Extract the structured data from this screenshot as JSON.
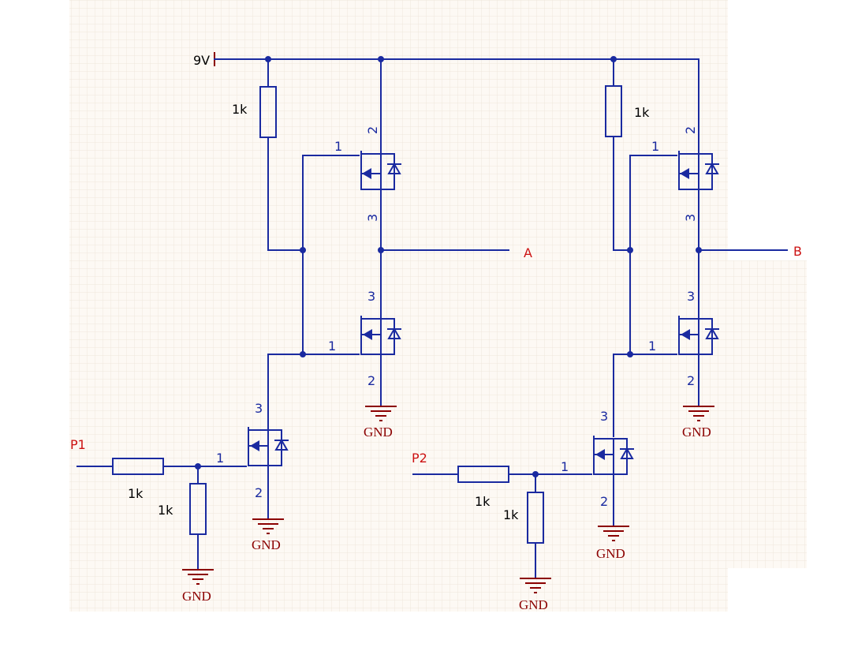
{
  "power": {
    "label": "9V"
  },
  "nets": {
    "out_a": "A",
    "out_b": "B",
    "in_p1": "P1",
    "in_p2": "P2"
  },
  "ground_label": "GND",
  "resistor_value": "1k",
  "pin_labels": {
    "gate": "1",
    "source": "2",
    "drain": "3"
  },
  "colors": {
    "wire": "#1a2aa0",
    "ground": "#8b0000",
    "net_label": "#cc1111",
    "grid": "#efe6dc"
  }
}
